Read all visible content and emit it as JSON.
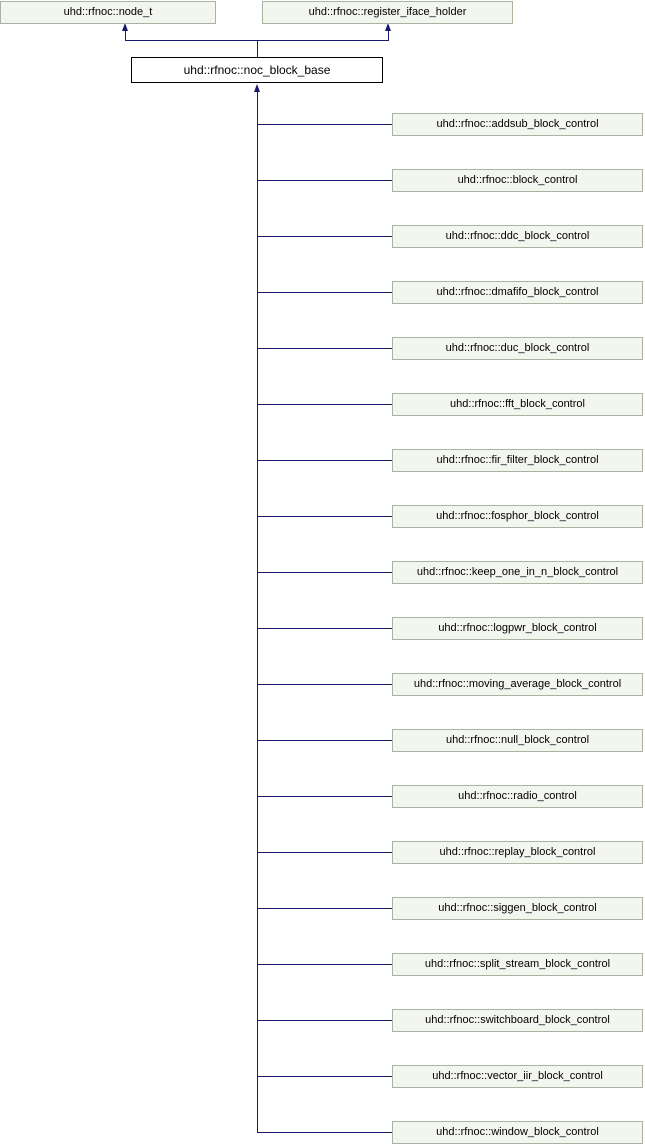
{
  "diagram": {
    "title": "uhd::rfnoc::noc_block_base inheritance diagram",
    "parents": [
      {
        "label": "uhd::rfnoc::node_t"
      },
      {
        "label": "uhd::rfnoc::register_iface_holder"
      }
    ],
    "base": {
      "label": "uhd::rfnoc::noc_block_base"
    },
    "children": [
      {
        "label": "uhd::rfnoc::addsub_block_control"
      },
      {
        "label": "uhd::rfnoc::block_control"
      },
      {
        "label": "uhd::rfnoc::ddc_block_control"
      },
      {
        "label": "uhd::rfnoc::dmafifo_block_control"
      },
      {
        "label": "uhd::rfnoc::duc_block_control"
      },
      {
        "label": "uhd::rfnoc::fft_block_control"
      },
      {
        "label": "uhd::rfnoc::fir_filter_block_control"
      },
      {
        "label": "uhd::rfnoc::fosphor_block_control"
      },
      {
        "label": "uhd::rfnoc::keep_one_in_n_block_control"
      },
      {
        "label": "uhd::rfnoc::logpwr_block_control"
      },
      {
        "label": "uhd::rfnoc::moving_average_block_control"
      },
      {
        "label": "uhd::rfnoc::null_block_control"
      },
      {
        "label": "uhd::rfnoc::radio_control"
      },
      {
        "label": "uhd::rfnoc::replay_block_control"
      },
      {
        "label": "uhd::rfnoc::siggen_block_control"
      },
      {
        "label": "uhd::rfnoc::split_stream_block_control"
      },
      {
        "label": "uhd::rfnoc::switchboard_block_control"
      },
      {
        "label": "uhd::rfnoc::vector_iir_block_control"
      },
      {
        "label": "uhd::rfnoc::window_block_control"
      }
    ]
  },
  "colors": {
    "edge": "#191970",
    "node_fill": "#f3f5ef",
    "node_border": "#a9b4a0",
    "base_fill": "#ffffff",
    "base_border": "#000000",
    "text": "#000000",
    "background": "#ffffff"
  }
}
